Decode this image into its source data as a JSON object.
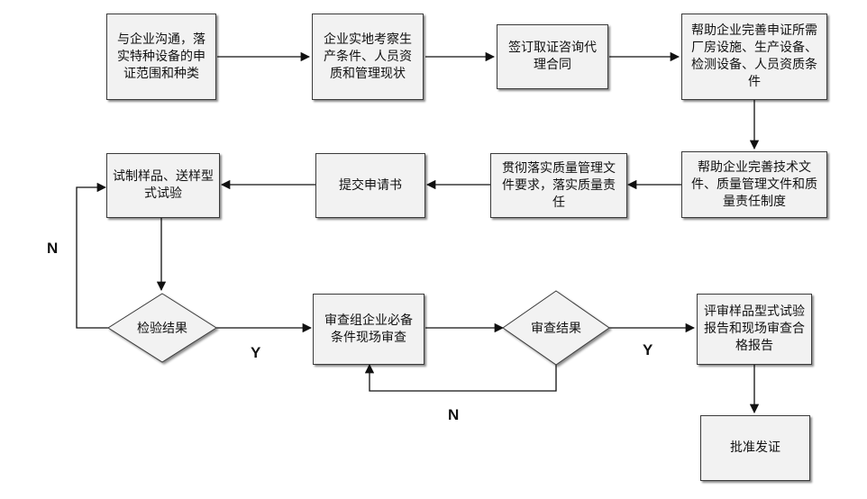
{
  "nodes": {
    "n1": "与企业沟通，落实特种设备的申证范围和种类",
    "n2": "企业实地考察生产条件、人员资质和管理现状",
    "n3": "签订取证咨询代理合同",
    "n4": "帮助企业完善申证所需厂房设施、生产设备、检测设备、人员资质条件",
    "n5": "帮助企业完善技术文件、质量管理文件和质量责任制度",
    "n6": "贯彻落实质量管理文件要求，落实质量责任",
    "n7": "提交申请书",
    "n8": "试制样品、送样型式试验",
    "d1": "检验结果",
    "n9": "审查组企业必备条件现场审查",
    "d2": "审查结果",
    "n10": "评审样品型式试验报告和现场审查合格报告",
    "n11": "批准发证"
  },
  "edge_labels": {
    "n_left": "N",
    "y1": "Y",
    "n_bottom": "N",
    "y2": "Y"
  },
  "colors": {
    "box_fill": "#f2f2f2",
    "stroke": "#3a3a3a",
    "text": "#111111"
  }
}
